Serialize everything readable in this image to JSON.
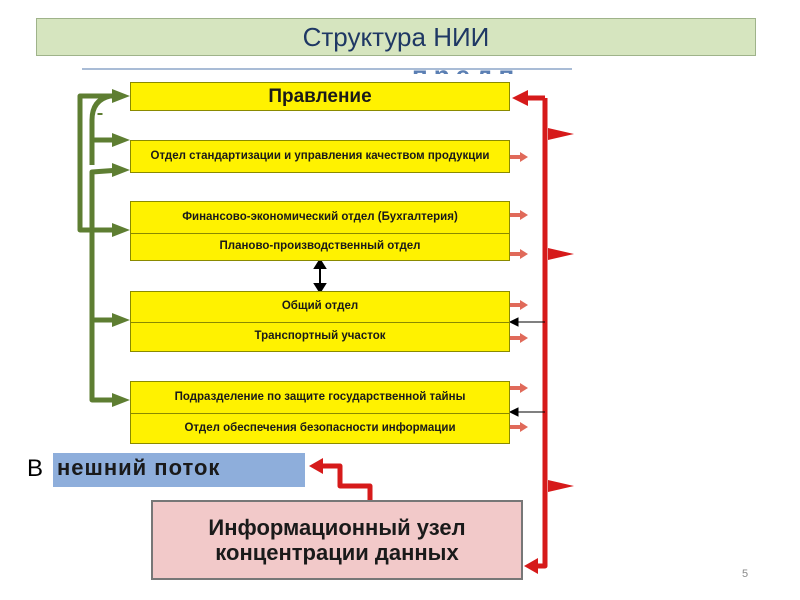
{
  "title": "Структура НИИ",
  "cropped_heading": "предп",
  "boxes": {
    "board": "Правление",
    "standards": "Отдел стандартизации и управления качеством продукции",
    "finance": "Финансово-экономический отдел (Бухгалтерия)",
    "planning": "Планово-производственный отдел",
    "general": "Общий отдел",
    "transport": "Транспортный участок",
    "secrecy": "Подразделение по защите государственной тайны",
    "infosec": "Отдел обеспечения безопасности информации"
  },
  "external_flow": {
    "first_letter": "В",
    "rest": "нешний поток"
  },
  "info_node": "Информационный узел концентрации данных",
  "page_number": "5",
  "colors": {
    "title_bg": "#d6e5bf",
    "box_fill": "#fff200",
    "green_connector": "#5e7e32",
    "red_flow": "#d61a1a",
    "exchange_arrow": "#e06a5a",
    "external_bg": "#8eaedb",
    "info_node_bg": "#f2c9c9"
  }
}
